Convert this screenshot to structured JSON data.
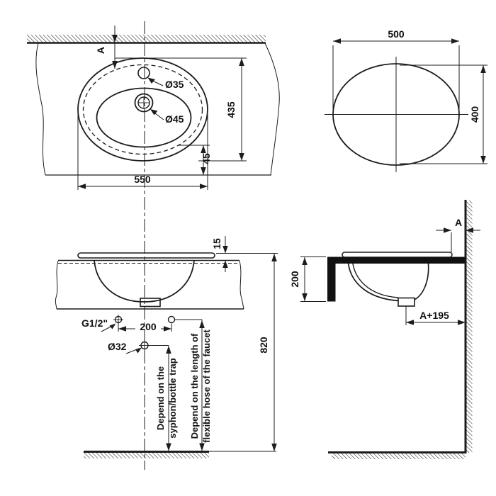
{
  "drawing": {
    "type": "washbasin installation technical drawing",
    "views": {
      "top": {
        "wall_offset": "A",
        "faucet_hole_dia": "Ø35",
        "drain_hole_dia": "Ø45",
        "basin_depth": "435",
        "front_edge_offset": "45",
        "basin_width": "550"
      },
      "cutout": {
        "width": "500",
        "height": "400"
      },
      "front": {
        "rim_height": "15",
        "rim_to_floor": "820",
        "supply_spacing": "200",
        "supply_thread": "G1/2\"",
        "waste_pipe_dia": "Ø32",
        "note_syphon_line1": "Depend on the",
        "note_syphon_line2": "syphon/bottle trap",
        "note_hose_line1": "Depend on the length of",
        "note_hose_line2": "flexible hose of the faucet"
      },
      "side": {
        "wall_offset": "A",
        "counter_depth": "200",
        "drain_to_wall": "A+195"
      }
    }
  }
}
